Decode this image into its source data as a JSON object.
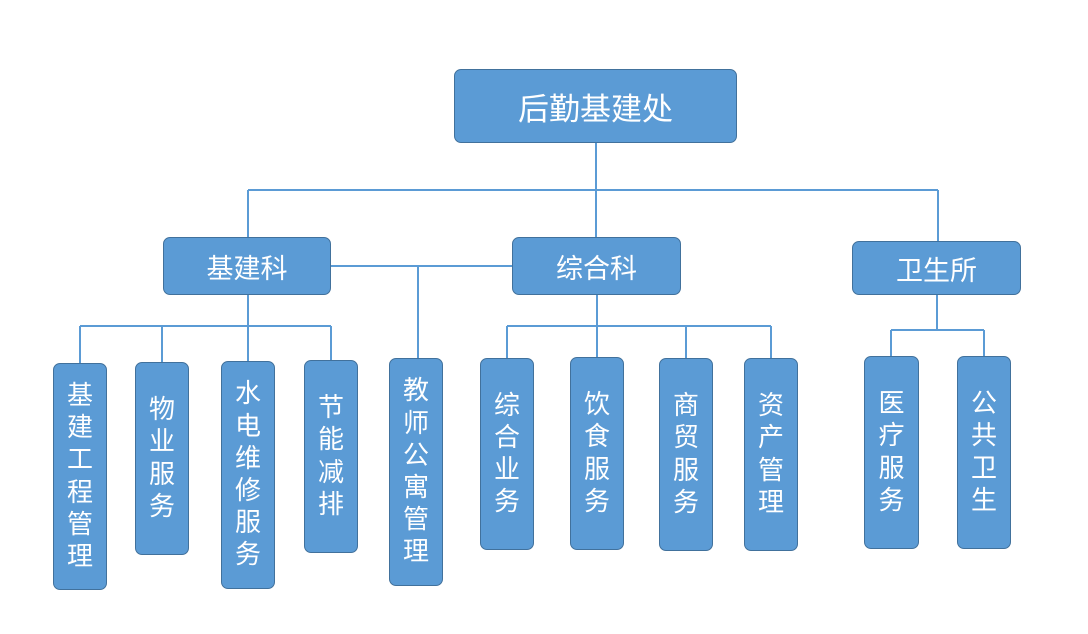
{
  "colors": {
    "node_fill": "#5b9bd5",
    "node_border": "#41719c",
    "connector": "#5b9bd5",
    "text": "#ffffff"
  },
  "root": {
    "label": "后勤基建处"
  },
  "departments": [
    {
      "label": "基建科"
    },
    {
      "label": "综合科"
    },
    {
      "label": "卫生所"
    }
  ],
  "units": [
    {
      "label": "基建工程管理"
    },
    {
      "label": "物业服务"
    },
    {
      "label": "水电维修服务"
    },
    {
      "label": "节能减排"
    },
    {
      "label": "教师公寓管理"
    },
    {
      "label": "综合业务"
    },
    {
      "label": "饮食服务"
    },
    {
      "label": "商贸服务"
    },
    {
      "label": "资产管理"
    },
    {
      "label": "医疗服务"
    },
    {
      "label": "公共卫生"
    }
  ]
}
